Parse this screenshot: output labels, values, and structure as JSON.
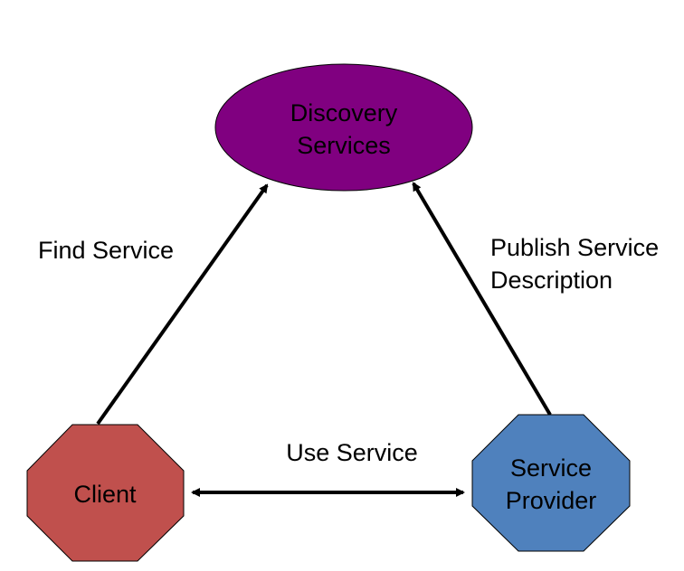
{
  "nodes": {
    "discovery": {
      "line1": "Discovery",
      "line2": "Services",
      "fill": "#800080"
    },
    "client": {
      "label": "Client",
      "fill": "#C0504D"
    },
    "provider": {
      "line1": "Service",
      "line2": "Provider",
      "fill": "#4F81BD"
    }
  },
  "edges": {
    "find_service": "Find Service",
    "publish_line1": "Publish Service",
    "publish_line2": "Description",
    "use_service": "Use Service"
  },
  "colors": {
    "stroke": "#000000",
    "arrow": "#000000"
  }
}
